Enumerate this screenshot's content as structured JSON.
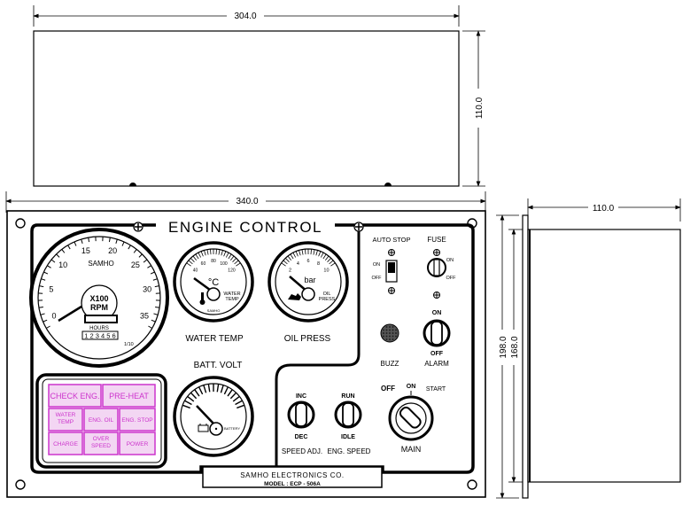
{
  "dimensions": {
    "top_width": "304.0",
    "top_height": "110.0",
    "panel_width": "340.0",
    "side_depth": "110.0",
    "panel_height_outer": "198.0",
    "panel_height_inner": "168.0"
  },
  "panel": {
    "title": "ENGINE CONTROL",
    "maker": "SAMHO ELECTRONICS CO.",
    "model": "MODEL :  ECP - 506A"
  },
  "tachometer": {
    "brand": "SAMHO",
    "ticks": [
      "0",
      "5",
      "10",
      "15",
      "20",
      "25",
      "30",
      "35"
    ],
    "unit_top": "X100",
    "unit_bottom": "RPM",
    "hours_label": "HOURS",
    "hours_value": "1 2 3 4 5 6",
    "tenth": "1/10"
  },
  "water_temp": {
    "label": "WATER TEMP",
    "unit": "°C",
    "face_line1": "WATER",
    "face_line2": "TEMP",
    "ticks": [
      "40",
      "60",
      "80",
      "100",
      "120"
    ],
    "brand": "SAMHO"
  },
  "oil_press": {
    "label": "OIL PRESS",
    "unit": "bar",
    "face_line1": "OIL",
    "face_line2": "PRESS",
    "ticks": [
      "2",
      "4",
      "6",
      "8",
      "10"
    ]
  },
  "batt_volt": {
    "label": "BATT. VOLT",
    "face": "BATTERY"
  },
  "indicators": [
    [
      "CHECK ENG.",
      "PRE-HEAT"
    ],
    [
      "WATER TEMP",
      "ENG. OIL",
      "ENG. STOP"
    ],
    [
      "CHARGE",
      "OVER SPEED",
      "POWER"
    ]
  ],
  "controls": {
    "auto_stop": "AUTO STOP",
    "auto_on": "ON",
    "auto_off": "OFF",
    "fuse": "FUSE",
    "fuse_on": "ON",
    "fuse_off": "OFF",
    "buzz": "BUZZ",
    "alarm": "ALARM",
    "alarm_on": "ON",
    "alarm_off": "OFF",
    "inc": "INC",
    "dec": "DEC",
    "speed_adj": "SPEED ADJ.",
    "run": "RUN",
    "idle": "IDLE",
    "eng_speed": "ENG. SPEED",
    "main_off": "OFF",
    "main_on": "ON",
    "main_start": "START",
    "main": "MAIN"
  },
  "colors": {
    "indicator": "#cc33cc",
    "indicator_bg": "#f3d6f3"
  }
}
